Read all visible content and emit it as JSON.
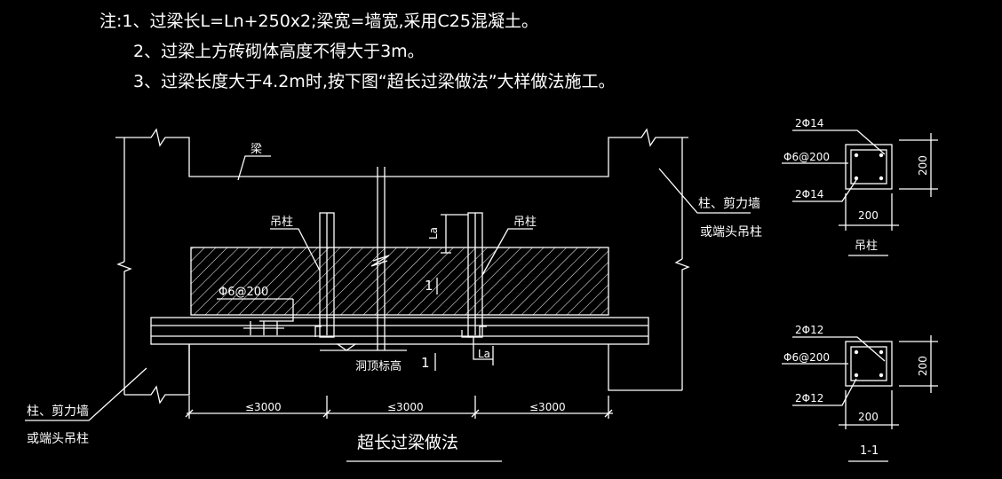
{
  "notes": {
    "line1": "注:1、过梁长L=Ln+250x2;梁宽=墙宽,采用C25混凝土。",
    "line2": "2、过梁上方砖砌体高度不得大于3m。",
    "line3": "3、过梁长度大于4.2m时,按下图“超长过梁做法”大样做法施工。"
  },
  "elevation": {
    "label_beam": "梁",
    "label_hanging_col_left": "吊柱",
    "label_hanging_col_right": "吊柱",
    "label_right_wall_1": "柱、剪力墙",
    "label_right_wall_2": "或端头吊柱",
    "label_left_wall_1": "柱、剪力墙",
    "label_left_wall_2": "或端头吊柱",
    "label_stirrup": "Φ6@200",
    "label_la_top": "La",
    "label_la_bottom": "La",
    "label_opening": "洞顶标高",
    "section_mark_top": "1",
    "section_mark_bottom": "1",
    "dim_1": "≤3000",
    "dim_2": "≤3000",
    "dim_3": "≤3000",
    "title": "超长过梁做法"
  },
  "section_hanging": {
    "top_rebar": "2Φ14",
    "stirrup": "Φ6@200",
    "bottom_rebar": "2Φ14",
    "width": "200",
    "height": "200",
    "caption": "吊柱"
  },
  "section_11": {
    "top_rebar": "2Φ12",
    "stirrup": "Φ6@200",
    "bottom_rebar": "2Φ12",
    "width": "200",
    "height": "200",
    "caption": "1-1"
  }
}
